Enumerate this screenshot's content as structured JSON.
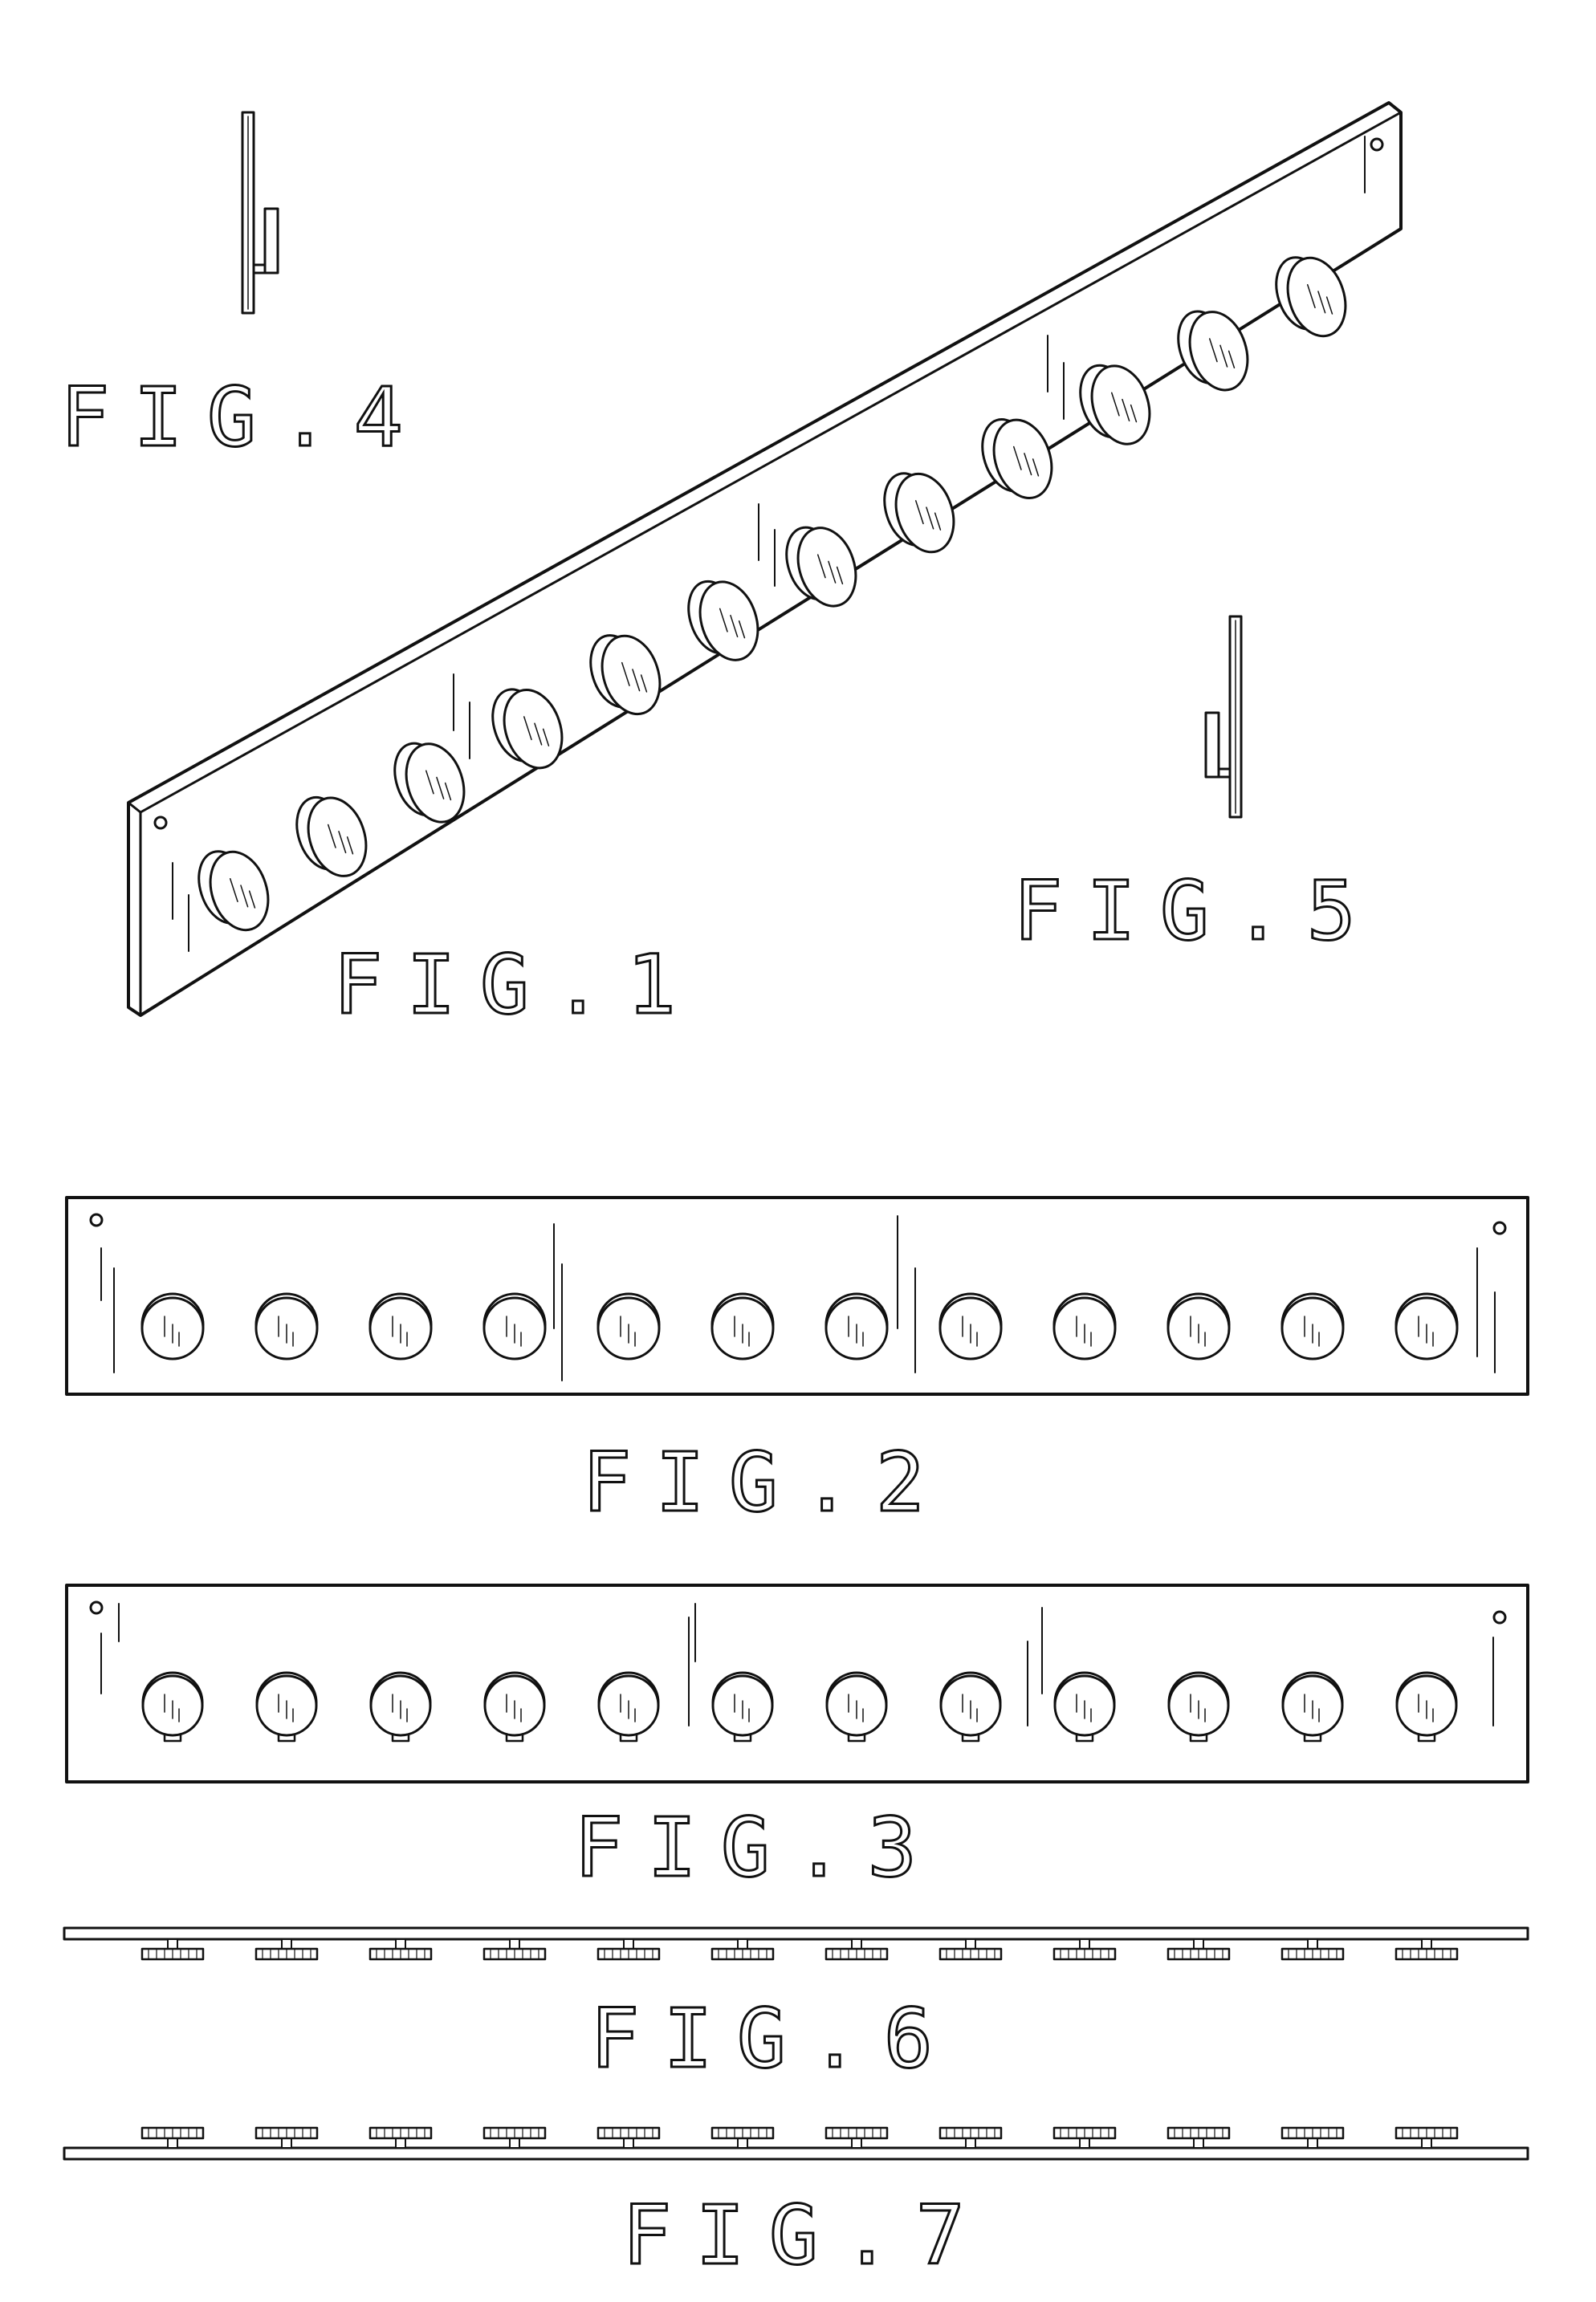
{
  "figures": {
    "fig1": {
      "label": "FIG.1"
    },
    "fig2": {
      "label": "FIG.2"
    },
    "fig3": {
      "label": "FIG.3"
    },
    "fig4": {
      "label": "FIG.4"
    },
    "fig5": {
      "label": "FIG.5"
    },
    "fig6": {
      "label": "FIG.6"
    },
    "fig7": {
      "label": "FIG.7"
    }
  },
  "knob_count": 12,
  "colors": {
    "line": "#111111",
    "background": "#ffffff"
  }
}
